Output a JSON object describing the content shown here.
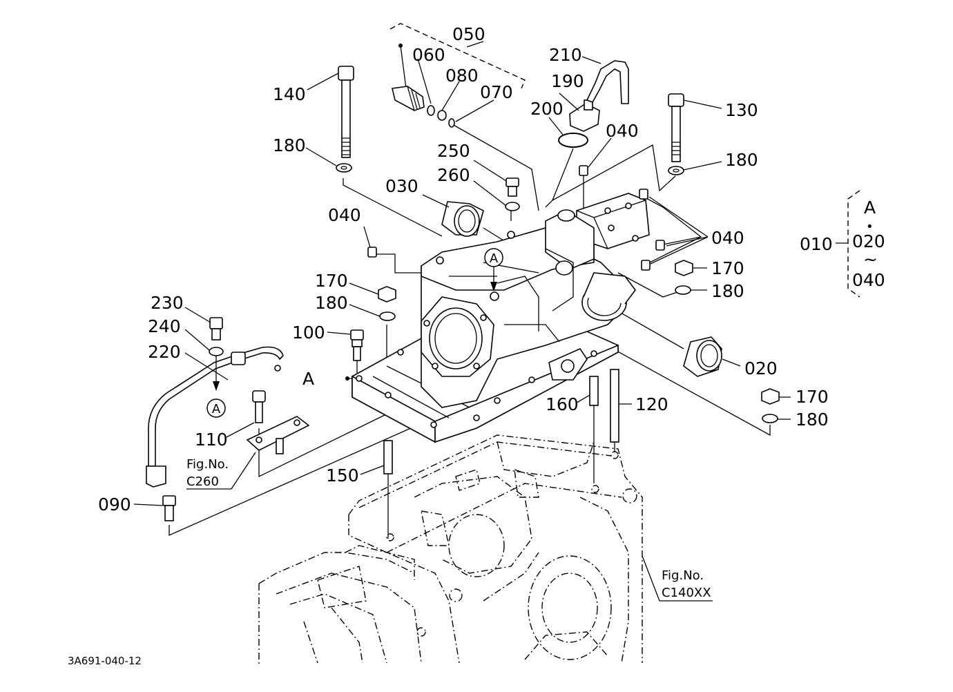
{
  "drawing_code": "3A691-040-12",
  "group_bracket": {
    "main": "010",
    "top": "A",
    "dot": "•",
    "from": "020",
    "tilde": "~",
    "to": "040"
  },
  "callouts": {
    "c010": "010",
    "c020": "020",
    "c030": "030",
    "c040_a": "040",
    "c040_b": "040",
    "c040_c": "040",
    "c050": "050",
    "c060": "060",
    "c070": "070",
    "c080": "080",
    "c090": "090",
    "c100": "100",
    "c110": "110",
    "c120": "120",
    "c130": "130",
    "c140": "140",
    "c150": "150",
    "c160": "160",
    "c170_a": "170",
    "c170_b": "170",
    "c170_c": "170",
    "c180_a": "180",
    "c180_b": "180",
    "c180_c": "180",
    "c180_d": "180",
    "c180_e": "180",
    "c190": "190",
    "c200": "200",
    "c210": "210",
    "c220": "220",
    "c230": "230",
    "c240": "240",
    "c250": "250",
    "c260": "260"
  },
  "references": {
    "marker_a": "A",
    "circle_a": "A",
    "ref1_title": "Fig.No.",
    "ref1_code": "C260",
    "ref2_title": "Fig.No.",
    "ref2_code": "C140XX"
  }
}
